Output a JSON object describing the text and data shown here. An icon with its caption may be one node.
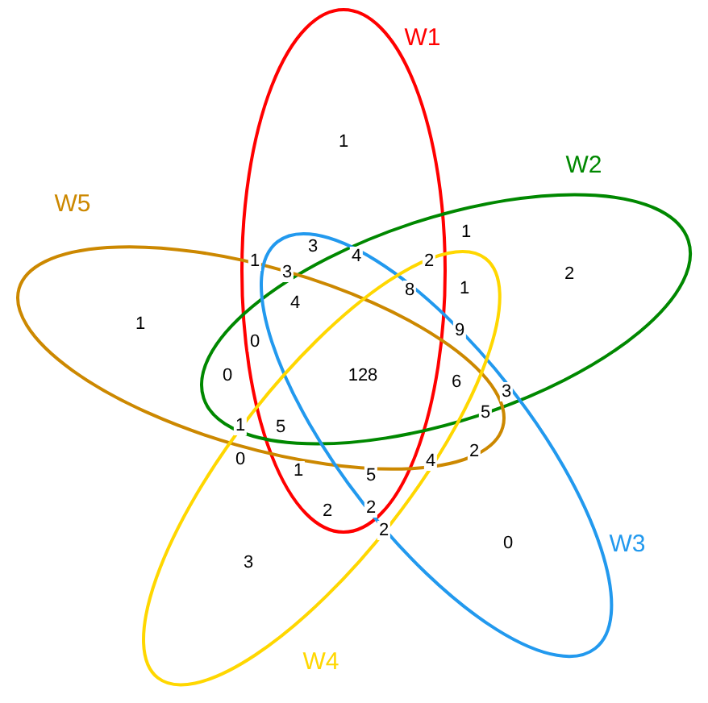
{
  "diagram": {
    "nodes": [
      {
        "text": [
          "W1"
        ]
      },
      {
        "text": [
          "W2"
        ]
      },
      {
        "text": [
          "W5"
        ]
      },
      {
        "text": [
          "W3"
        ]
      },
      {
        "text": [
          "W4"
        ]
      }
    ],
    "labels": [
      "1",
      "1",
      "1",
      "3",
      "4",
      "2",
      "3",
      "2",
      "8",
      "1",
      "4",
      "1",
      "9",
      "0",
      "0",
      "128",
      "6",
      "3",
      "5",
      "1",
      "5",
      "2",
      "0",
      "4",
      "1",
      "5",
      "2",
      "2",
      "2",
      "0",
      "3"
    ]
  }
}
